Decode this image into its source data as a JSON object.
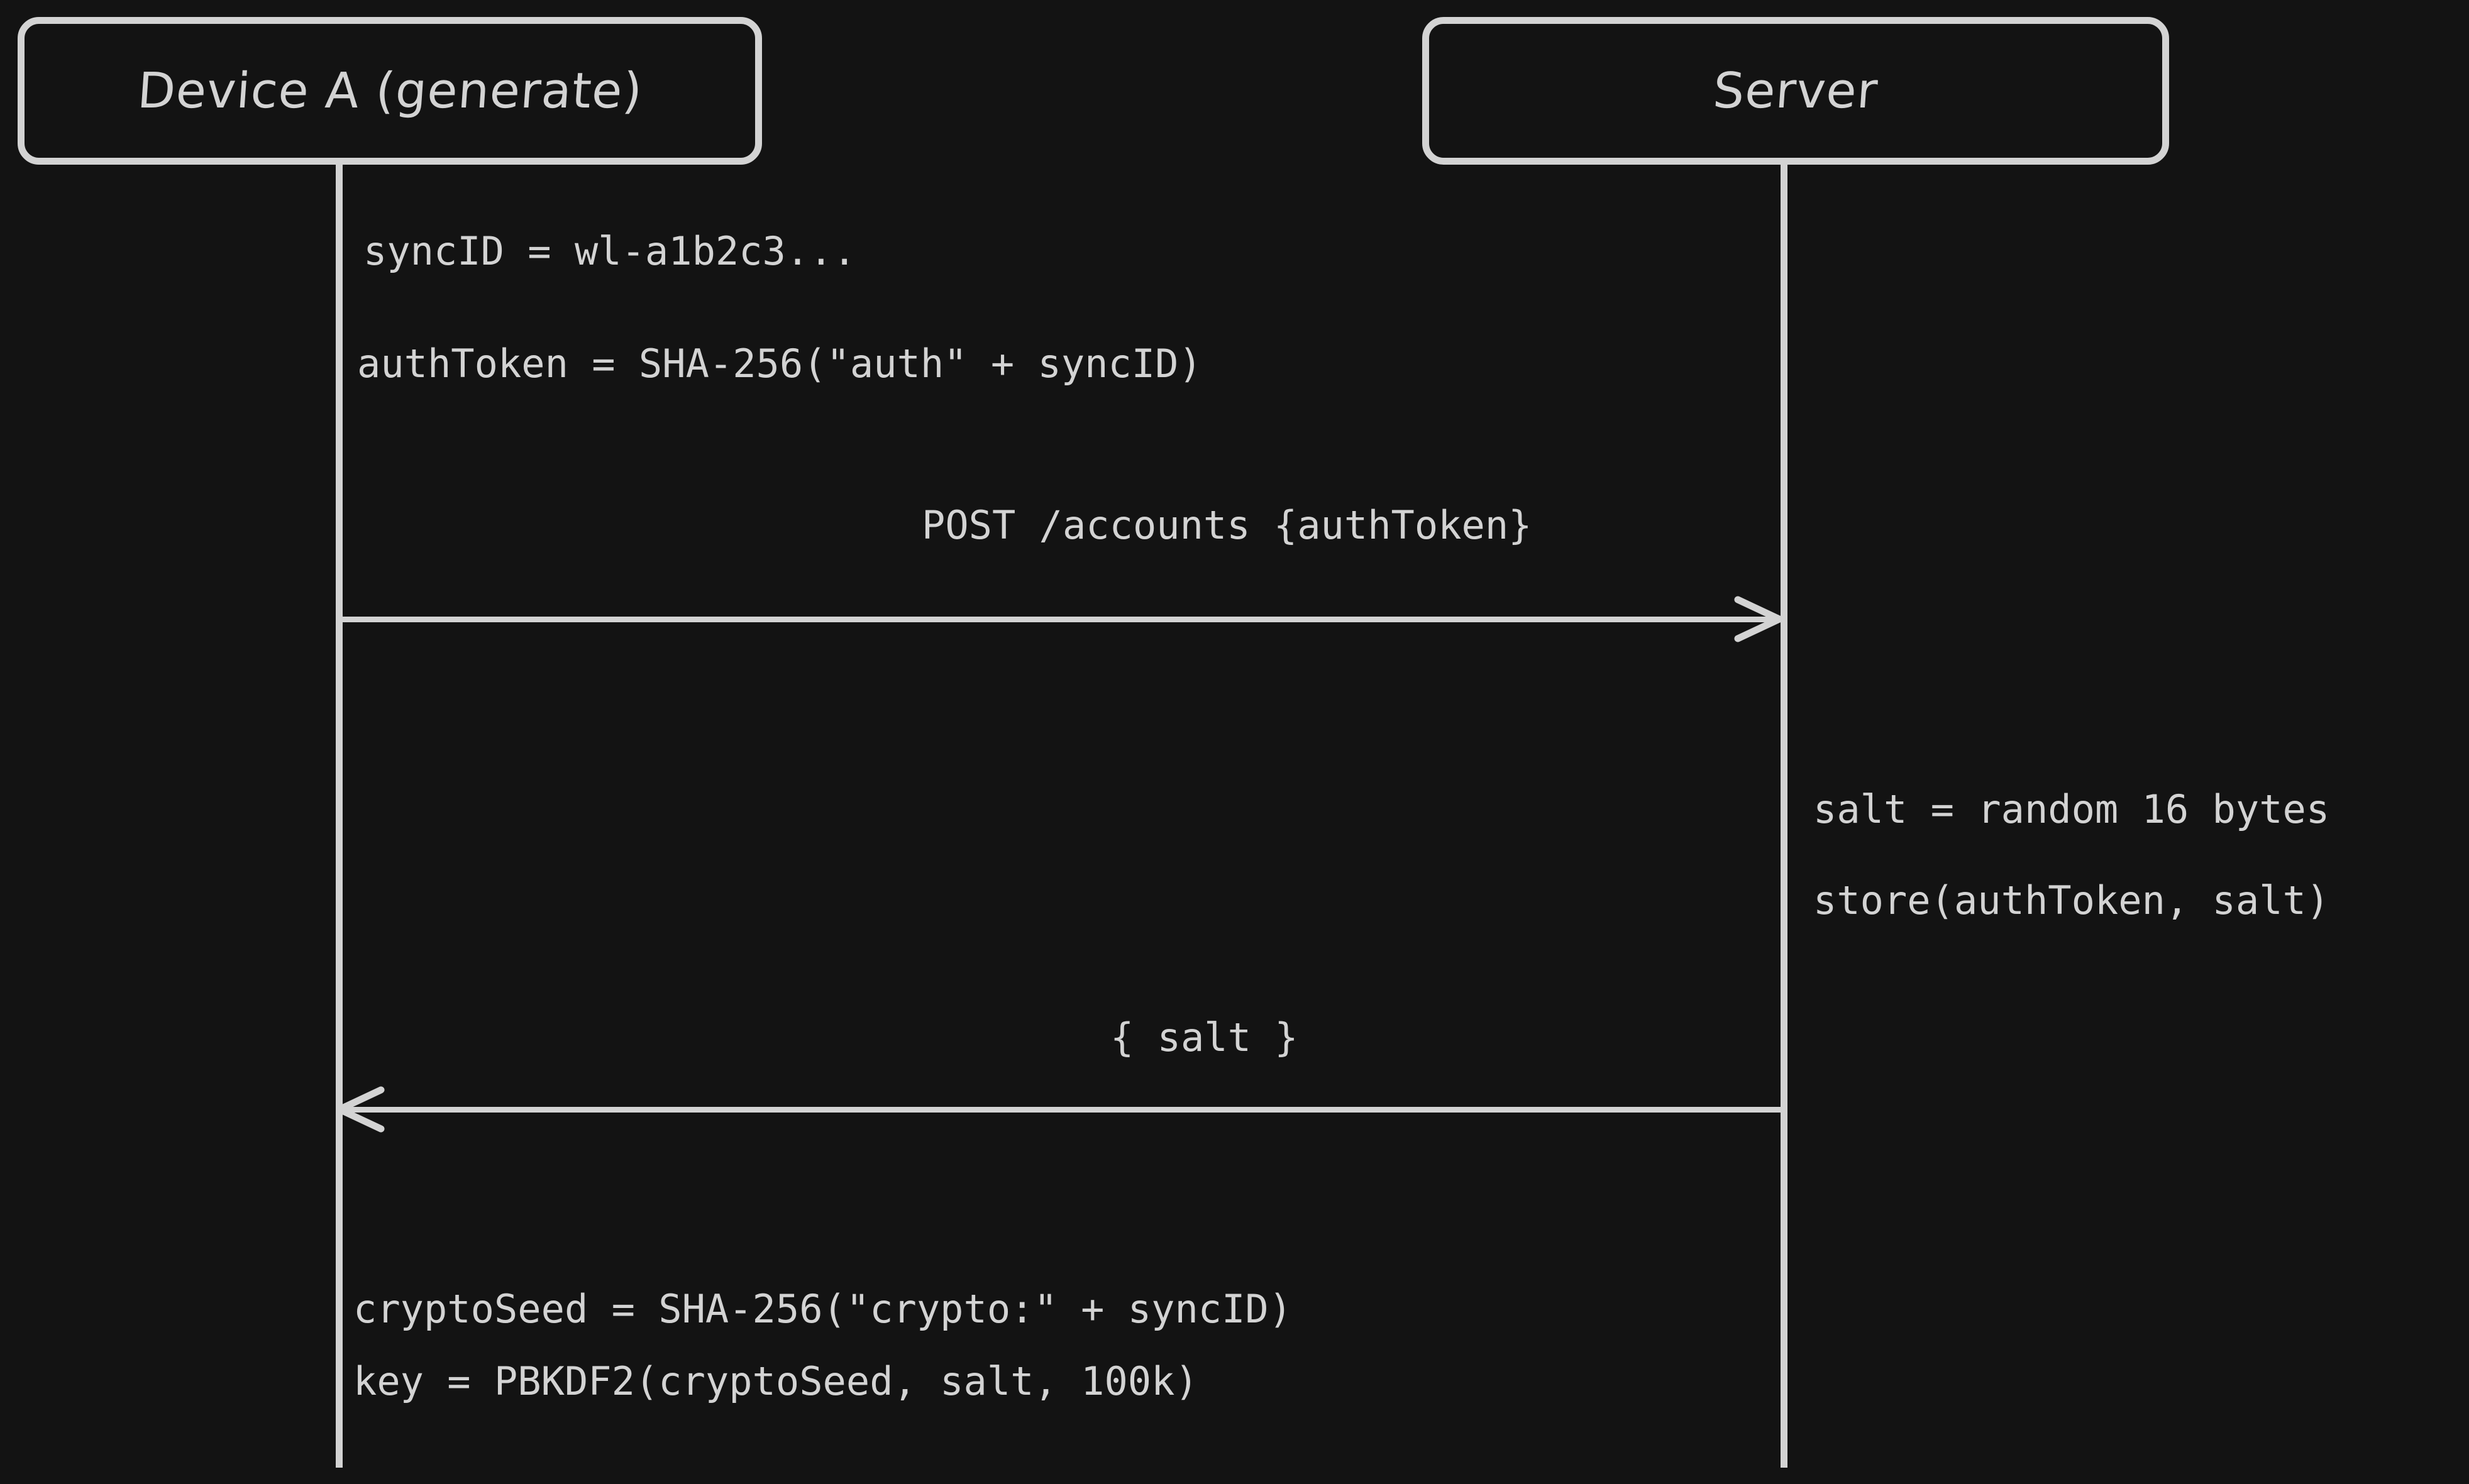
{
  "diagram": {
    "type": "sequence",
    "background_color": "#131313",
    "stroke_color": "#d3d3d3",
    "participants": [
      {
        "id": "deviceA",
        "label": "Device A (generate)"
      },
      {
        "id": "server",
        "label": "Server"
      }
    ],
    "notes": [
      {
        "id": "note-syncid",
        "over": "deviceA",
        "align": "right-of-lifeline",
        "text": "syncID = wl-a1b2c3..."
      },
      {
        "id": "note-authtoken",
        "over": "deviceA",
        "align": "right-of-lifeline",
        "text": "authToken = SHA-256(\"auth\" + syncID)"
      },
      {
        "id": "note-salt",
        "over": "server",
        "align": "right-of-lifeline",
        "text": "salt = random 16 bytes"
      },
      {
        "id": "note-store",
        "over": "server",
        "align": "right-of-lifeline",
        "text": "store(authToken, salt)"
      },
      {
        "id": "note-cryptoseed",
        "over": "deviceA",
        "align": "right-of-lifeline",
        "text": "cryptoSeed = SHA-256(\"crypto:\" + syncID)"
      },
      {
        "id": "note-key",
        "over": "deviceA",
        "align": "right-of-lifeline",
        "text": "key = PBKDF2(cryptoSeed, salt, 100k)"
      }
    ],
    "messages": [
      {
        "id": "msg-post-accounts",
        "from": "deviceA",
        "to": "server",
        "direction": "right",
        "label": "POST /accounts {authToken}"
      },
      {
        "id": "msg-salt-response",
        "from": "server",
        "to": "deviceA",
        "direction": "left",
        "label": "{ salt }"
      }
    ]
  }
}
